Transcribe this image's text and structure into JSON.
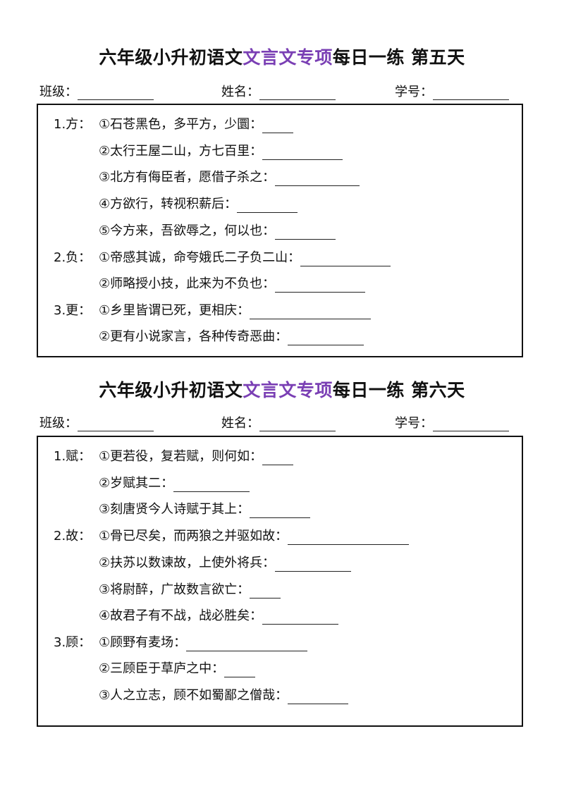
{
  "sheet1": {
    "title_pre": "六年级小升初语文",
    "title_hl": "文言文专项",
    "title_post": "每日一练 第五天",
    "class_label": "班级：",
    "name_label": "姓名：",
    "id_label": "学号：",
    "groups": [
      {
        "num": "1.方：",
        "items": [
          "①石苍黑色，多平方，少圜：",
          "②太行王屋二山，方七百里：",
          "③北方有侮臣者，愿借子杀之：",
          "④方欲行，转视积薪后：",
          "⑤今方来，吾欲辱之，何以也："
        ]
      },
      {
        "num": "2.负：",
        "items": [
          "①帝感其诚，命夸娥氏二子负二山：",
          "②师略授小技，此来为不负也："
        ]
      },
      {
        "num": "3.更：",
        "items": [
          "①乡里皆谓已死，更相庆：",
          "②更有小说家言，各种传奇恶曲："
        ]
      }
    ]
  },
  "sheet2": {
    "title_pre": "六年级小升初语文",
    "title_hl": "文言文专项",
    "title_post": "每日一练 第六天",
    "class_label": "班级：",
    "name_label": "姓名：",
    "id_label": "学号：",
    "groups": [
      {
        "num": "1.赋：",
        "items": [
          "①更若役，复若赋，则何如：",
          "②岁赋其二：",
          "③刻唐贤今人诗赋于其上："
        ]
      },
      {
        "num": "2.故：",
        "items": [
          "①骨已尽矣，而两狼之并驱如故：",
          "②扶苏以数谏故，上使外将兵：",
          "③将尉醉，广故数言欲亡：",
          "④故君子有不战，战必胜矣："
        ]
      },
      {
        "num": "3.顾：",
        "items": [
          "①顾野有麦场：",
          "②三顾臣于草庐之中：",
          "③人之立志，顾不如蜀鄙之僧哉："
        ]
      }
    ]
  },
  "colors": {
    "highlight": "#7a3fb4",
    "text": "#111111"
  }
}
